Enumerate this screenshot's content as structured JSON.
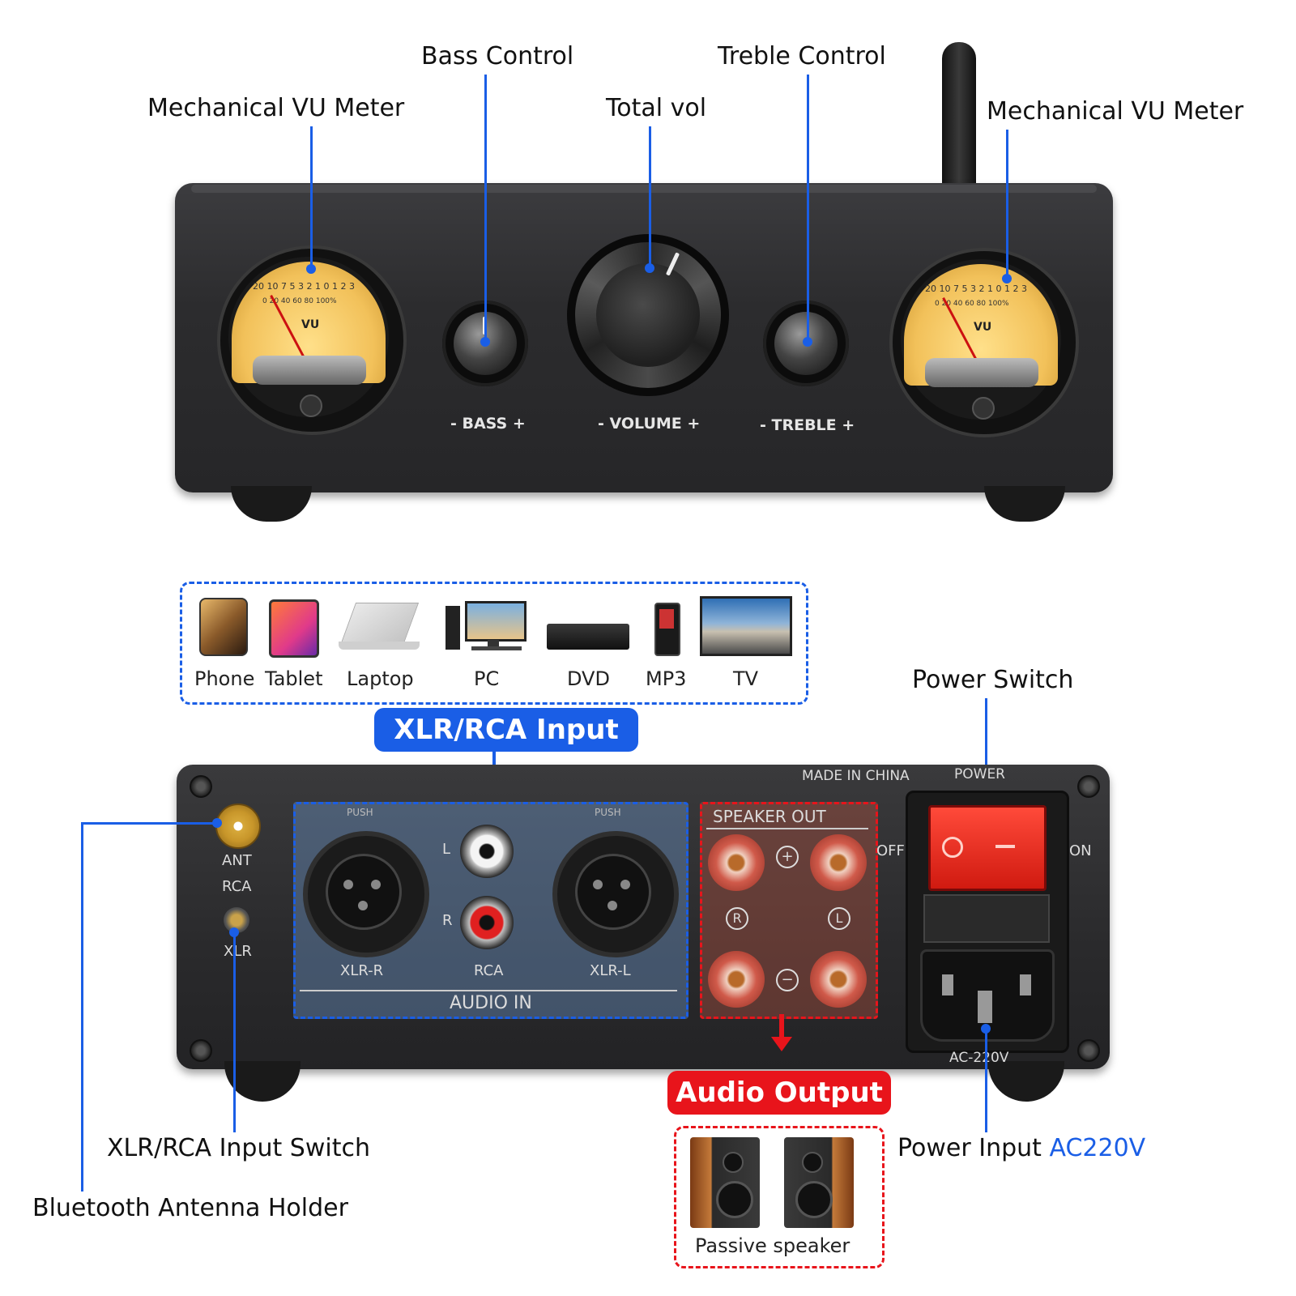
{
  "front_callouts": {
    "vu_left": "Mechanical VU Meter",
    "bass": "Bass Control",
    "volume": "Total vol",
    "treble": "Treble Control",
    "vu_right": "Mechanical VU Meter"
  },
  "front_panel": {
    "bass_label": "- BASS +",
    "volume_label": "- VOLUME +",
    "treble_label": "- TREBLE +",
    "vu_text": "VU",
    "vu_scale_top": "20 10 7 5 3 2 1 0 1 2 3",
    "vu_scale_bottom": "0 20 40 60 80 100%"
  },
  "devices": [
    "Phone",
    "Tablet",
    "Laptop",
    "PC",
    "DVD",
    "MP3",
    "TV"
  ],
  "badges": {
    "input": "XLR/RCA Input",
    "output": "Audio Output"
  },
  "rear_callouts": {
    "power_switch": "Power Switch",
    "input_switch": "XLR/RCA Input Switch",
    "antenna": "Bluetooth Antenna Holder",
    "power_input": "Power Input",
    "power_input_voltage": "AC220V"
  },
  "rear_panel": {
    "made_in": "MADE IN CHINA",
    "power": "POWER",
    "off": "OFF",
    "on": "ON",
    "ant": "ANT",
    "rca": "RCA",
    "xlr": "XLR",
    "speaker_out": "SPEAKER OUT",
    "plus": "+",
    "minus": "−",
    "r": "R",
    "l": "L",
    "xlr_r": "XLR-R",
    "rca_label": "RCA",
    "xlr_l": "XLR-L",
    "audio_in": "AUDIO IN",
    "ac": "AC-220V",
    "push": "PUSH",
    "input_l": "L",
    "input_r": "R"
  },
  "speaker_caption": "Passive speaker",
  "colors": {
    "accent_blue": "#1a5ee6",
    "accent_red": "#e8141b",
    "chassis": "#2b2b2d",
    "vu_face": "#f2c15a",
    "power_switch": "#e22a1f"
  }
}
